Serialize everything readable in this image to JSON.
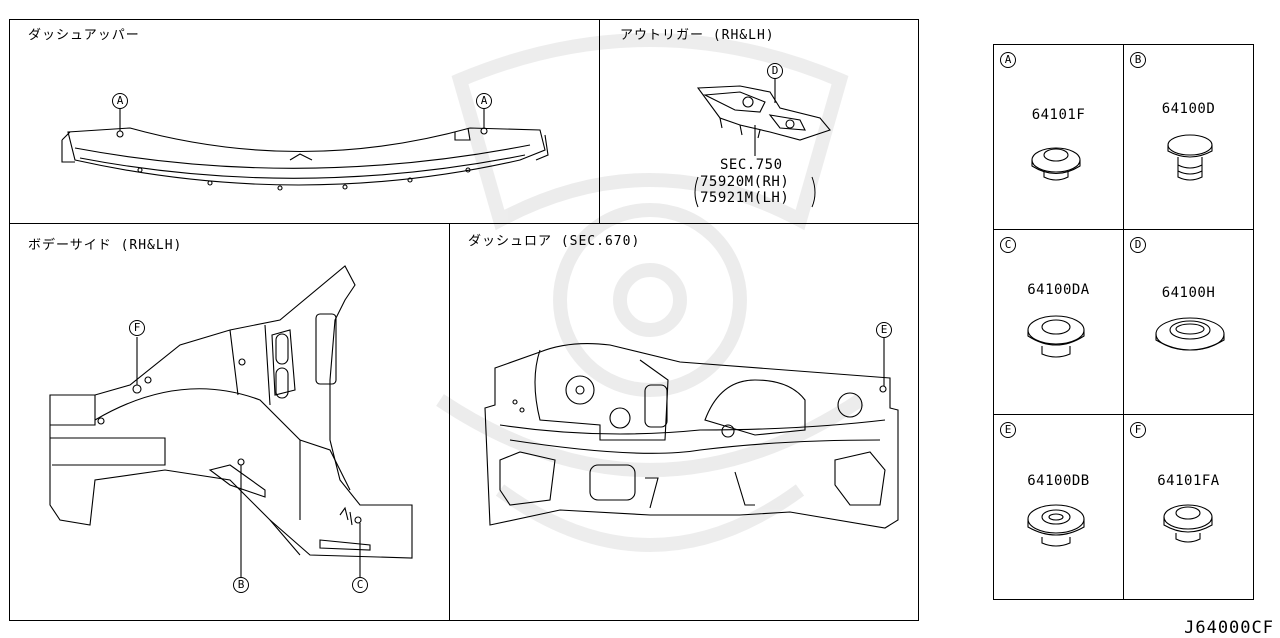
{
  "panels": {
    "dash_upper": {
      "title": "ダッシュアッパー",
      "callouts": [
        "A",
        "A"
      ]
    },
    "outrigger": {
      "title": "アウトリガー (RH&LH)",
      "callout": "D",
      "sec": "SEC.750",
      "parts": [
        "75920M(RH)",
        "75921M(LH)"
      ]
    },
    "body_side": {
      "title": "ボデーサイド  (RH&LH)",
      "callouts": [
        "F",
        "B",
        "C"
      ]
    },
    "dash_lower": {
      "title": "ダッシュロア (SEC.670)",
      "callout": "E"
    }
  },
  "legend": [
    {
      "letter": "A",
      "part": "64101F"
    },
    {
      "letter": "B",
      "part": "64100D"
    },
    {
      "letter": "C",
      "part": "64100DA"
    },
    {
      "letter": "D",
      "part": "64100H"
    },
    {
      "letter": "E",
      "part": "64100DB"
    },
    {
      "letter": "F",
      "part": "64101FA"
    }
  ],
  "diagram_code": "J64000CF"
}
